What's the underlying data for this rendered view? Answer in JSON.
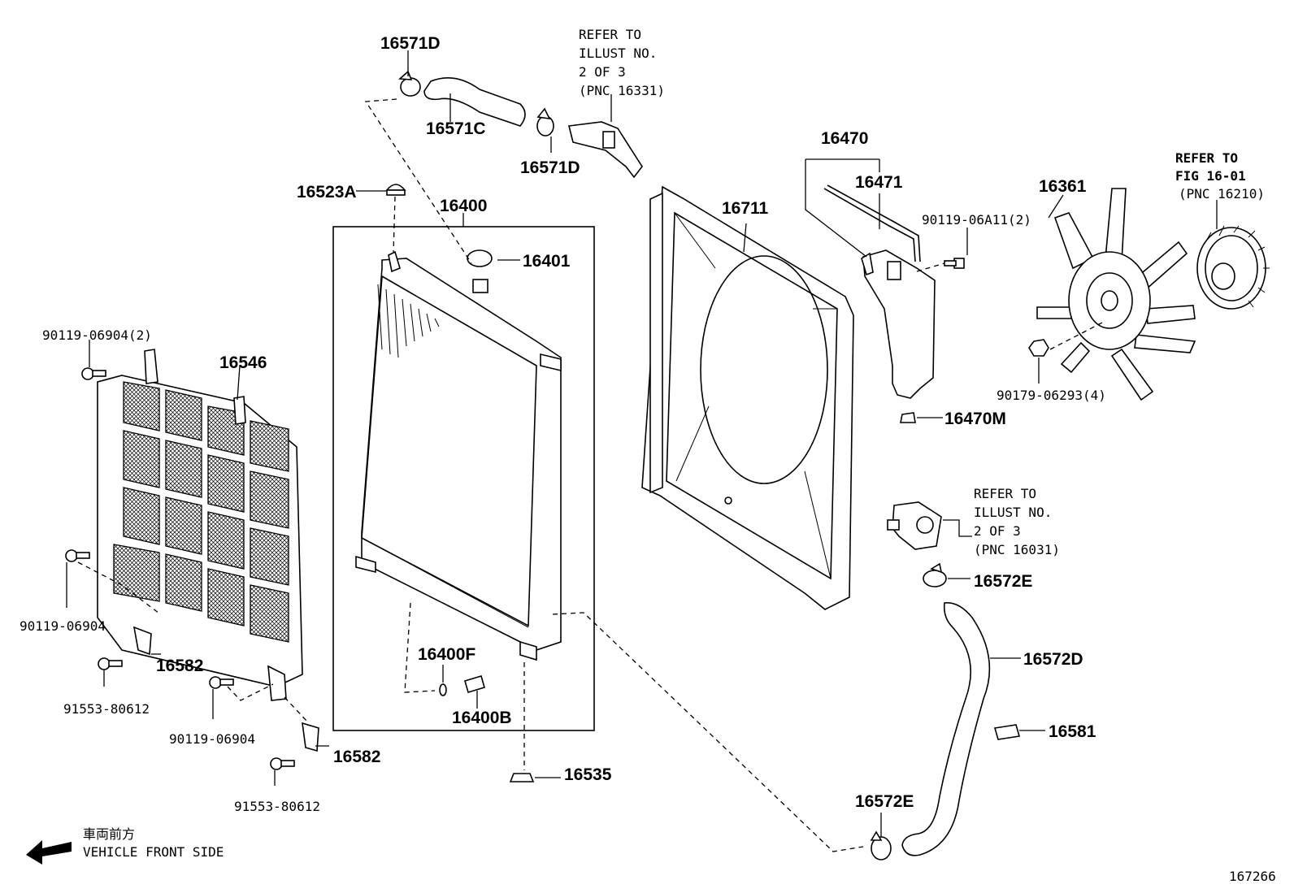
{
  "parts": {
    "p16571D_a": "16571D",
    "p16571C": "16571C",
    "p16571D_b": "16571D",
    "p16523A": "16523A",
    "p16400": "16400",
    "p16401": "16401",
    "p16546": "16546",
    "p90119_06904_2": "90119-06904(2)",
    "p90119_06904_a": "90119-06904",
    "p16582_a": "16582",
    "p91553_80612_a": "91553-80612",
    "p90119_06904_b": "90119-06904",
    "p16582_b": "16582",
    "p91553_80612_b": "91553-80612",
    "p16400F": "16400F",
    "p16400B": "16400B",
    "p16535": "16535",
    "p16711": "16711",
    "p16470": "16470",
    "p16471": "16471",
    "p90119_06A11_2": "90119-06A11(2)",
    "p16470M": "16470M",
    "p16361": "16361",
    "p90179_06293_4": "90179-06293(4)",
    "p16572E_a": "16572E",
    "p16572D": "16572D",
    "p16581": "16581",
    "p16572E_b": "16572E"
  },
  "refs": {
    "ref_top": [
      "REFER TO",
      "ILLUST NO.",
      "2 OF 3",
      "(PNC 16331)"
    ],
    "ref_fig": [
      "REFER TO",
      "FIG 16-01",
      "(PNC 16210)"
    ],
    "ref_mid": [
      "REFER TO",
      "ILLUST NO.",
      "2 OF 3",
      "(PNC 16031)"
    ]
  },
  "direction": {
    "jp": "車両前方",
    "en": "VEHICLE FRONT SIDE"
  },
  "figure_number": "167266"
}
